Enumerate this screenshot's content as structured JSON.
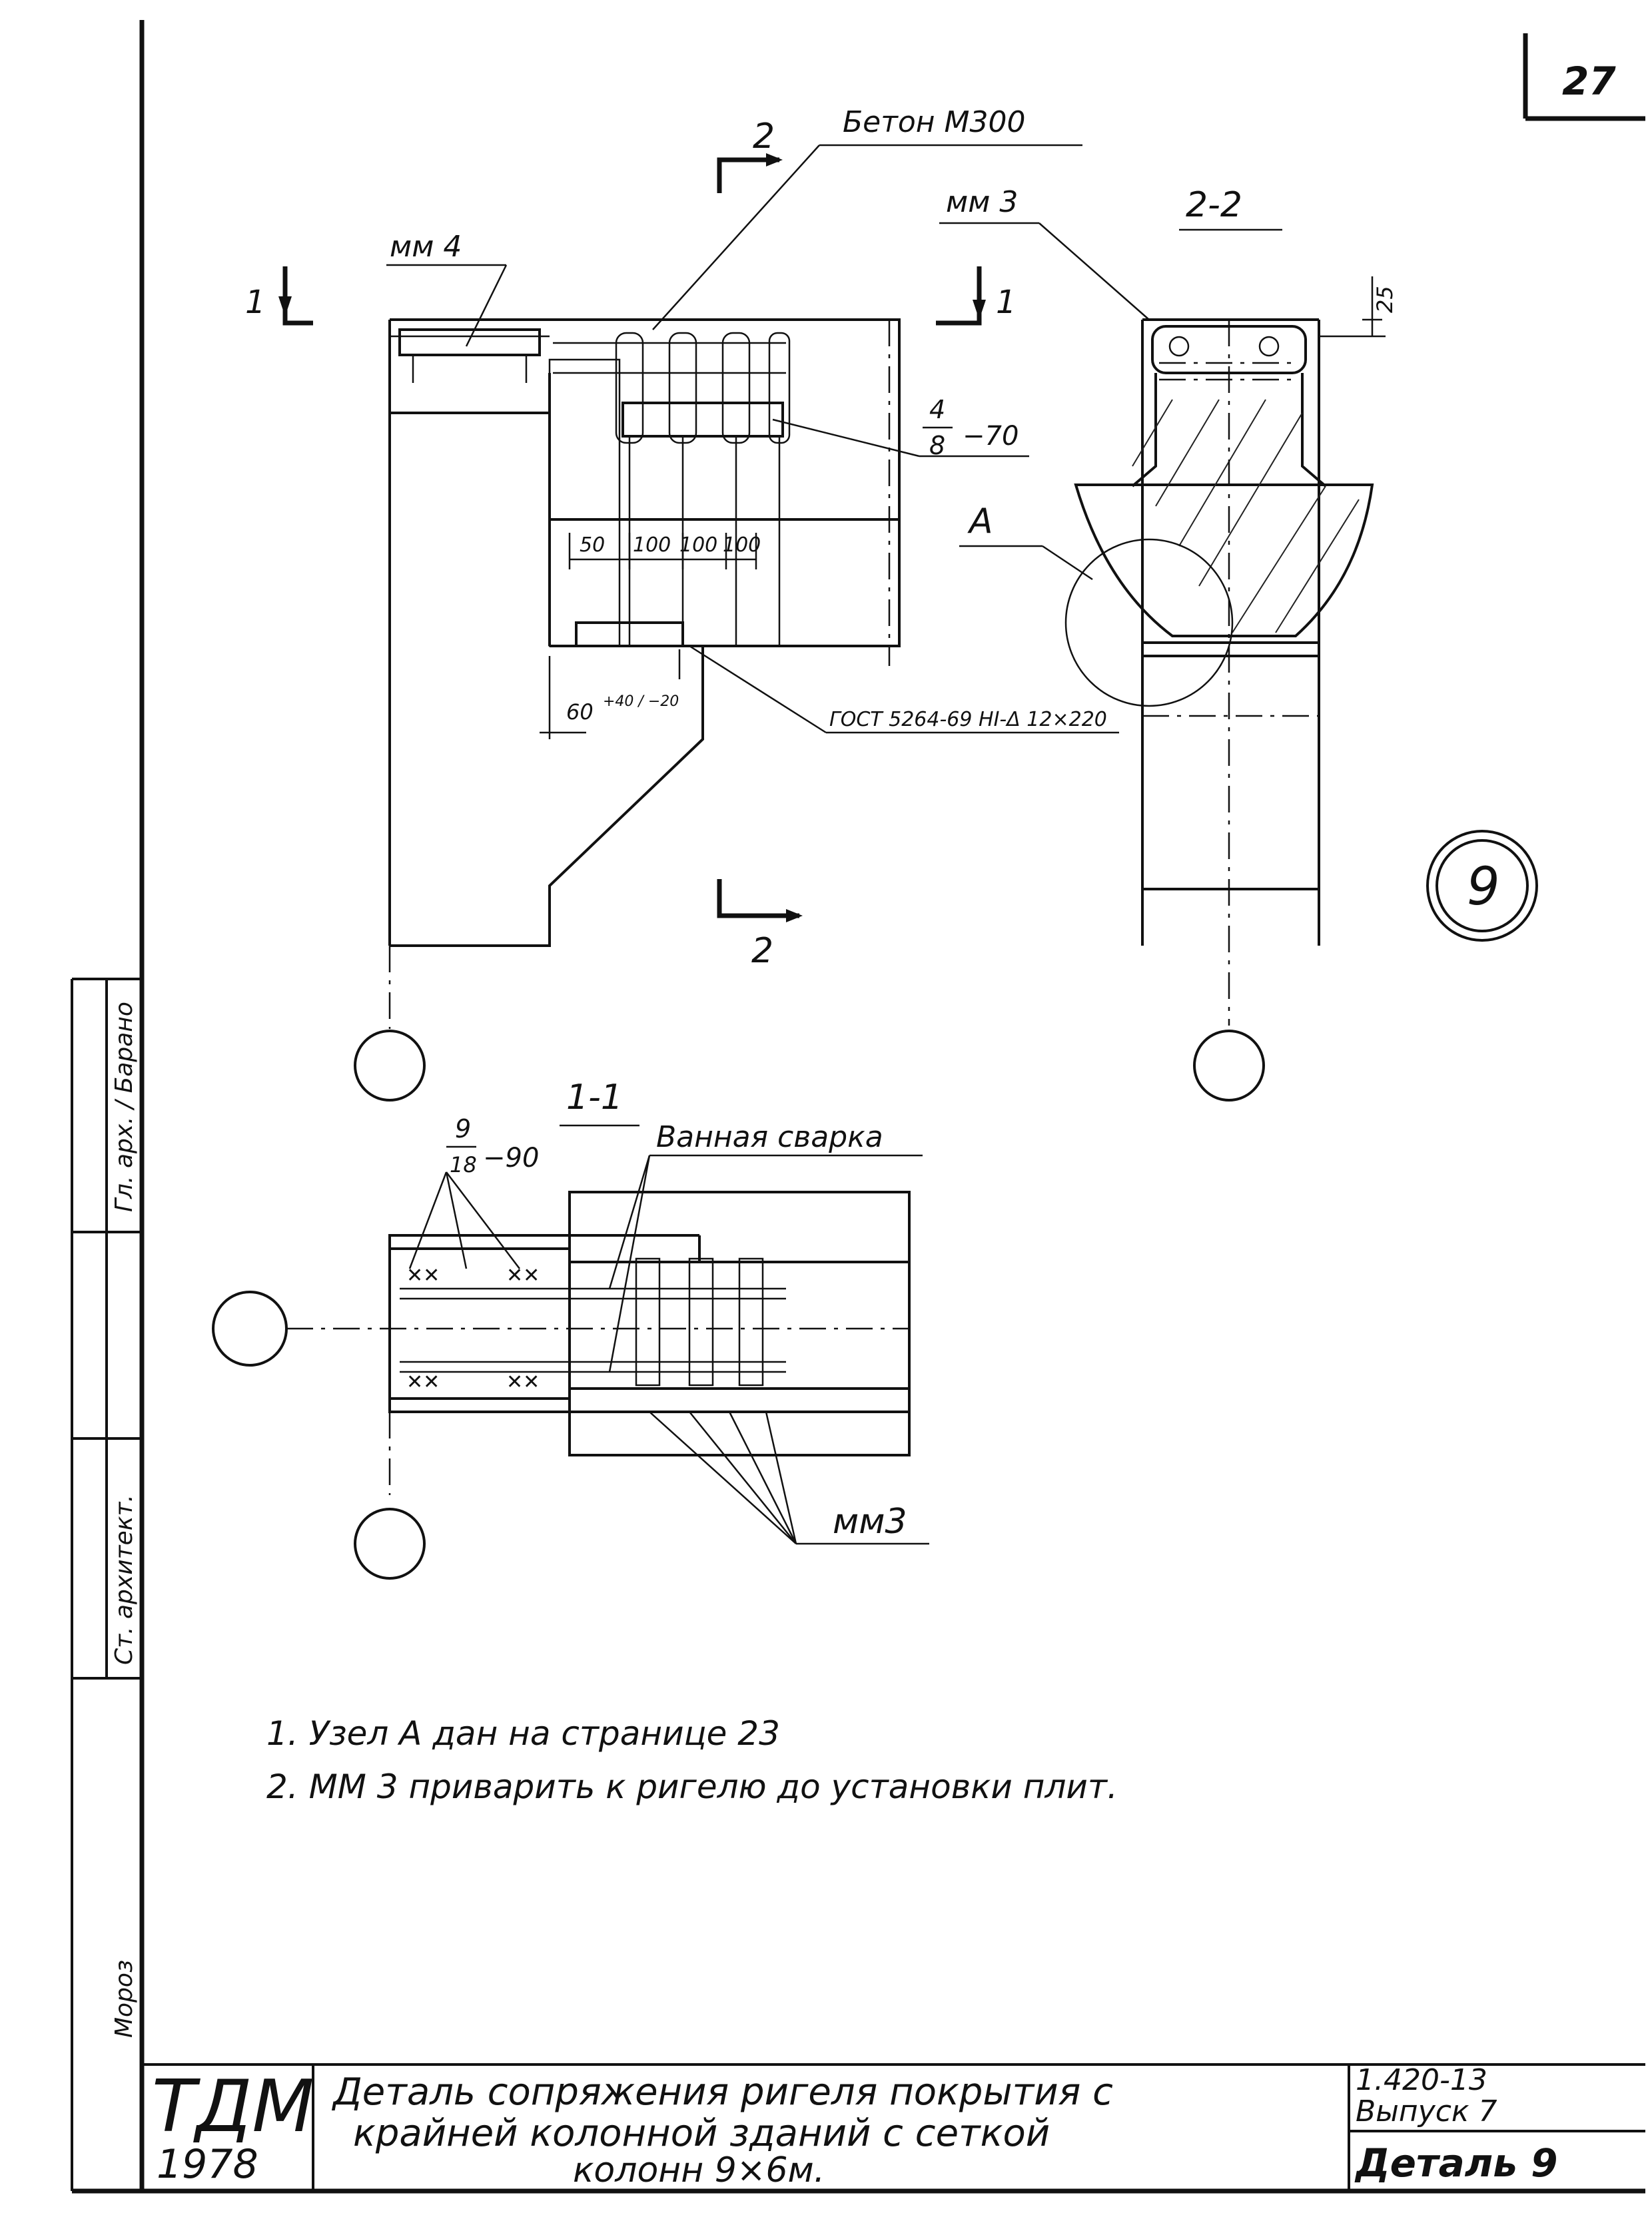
{
  "sheet": {
    "page_number": "27",
    "detail_mark": "9"
  },
  "section_2": {
    "cut_label_top": "2",
    "cut_label_bottom": "2",
    "concrete_label": "Бетон М300",
    "mm4_label": "мм 4",
    "mm4_number": "4",
    "rebar_label": "4/8 −70",
    "rebar_num": "4",
    "rebar_den": "8",
    "rebar_len": "−70",
    "dims": [
      "50",
      "100",
      "100",
      "100"
    ],
    "gap_label": "60",
    "gap_tol": "+40 / −20",
    "gost_label": "ГОСТ 5264-69 НI-Δ 12×220"
  },
  "section_1_cut": {
    "label_left": "1",
    "label_right": "1"
  },
  "view_2_2": {
    "title": "2-2",
    "mm3_label": "мм 3",
    "node_label": "А",
    "dim_25": "25"
  },
  "section_1_1": {
    "title": "1-1",
    "rebar_label": "9/18 −90",
    "rebar_num": "9",
    "rebar_den": "18",
    "rebar_len": "−90",
    "weld_label": "Ванная сварка",
    "mm3_label": "мм3"
  },
  "notes": [
    "1. Узел А дан на странице 23",
    "2. ММ 3   приварить к ригелю до установки плит."
  ],
  "title_block": {
    "org": "ТДМ",
    "year": "1978",
    "title_line1": "Деталь сопряжения ригеля покрытия с",
    "title_line2": "крайней колонной зданий с сеткой",
    "title_line3": "колонн 9×6м.",
    "code": "1.420-13",
    "issue": "Выпуск 7",
    "detail": "Деталь 9"
  },
  "side_stamp": {
    "row1": "Гл. арх. / Барано",
    "row2": "Ст. архитект.",
    "row3": "Мороз"
  }
}
